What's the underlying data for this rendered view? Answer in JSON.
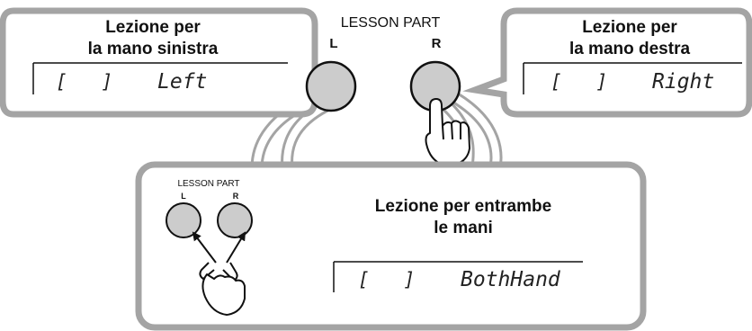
{
  "colors": {
    "callout_border": "#a4a4a4",
    "button_fill": "#cccccc",
    "ink": "#111111"
  },
  "top_panel": {
    "title": "LESSON PART",
    "left_key": "L",
    "right_key": "R"
  },
  "left_callout": {
    "heading_line1": "Lezione per",
    "heading_line2": "la mano sinistra",
    "lcd_brackets": "[   ]",
    "lcd_text": "Left"
  },
  "right_callout": {
    "heading_line1": "Lezione per",
    "heading_line2": "la mano destra",
    "lcd_brackets": "[   ]",
    "lcd_text": "Right"
  },
  "both_callout": {
    "panel_title": "LESSON PART",
    "left_key": "L",
    "right_key": "R",
    "heading_line1": "Lezione per entrambe",
    "heading_line2": "le mani",
    "lcd_brackets": "[   ]",
    "lcd_text": "BothHand"
  },
  "icons": [
    "pointing-hand-icon",
    "two-finger-hand-icon"
  ]
}
